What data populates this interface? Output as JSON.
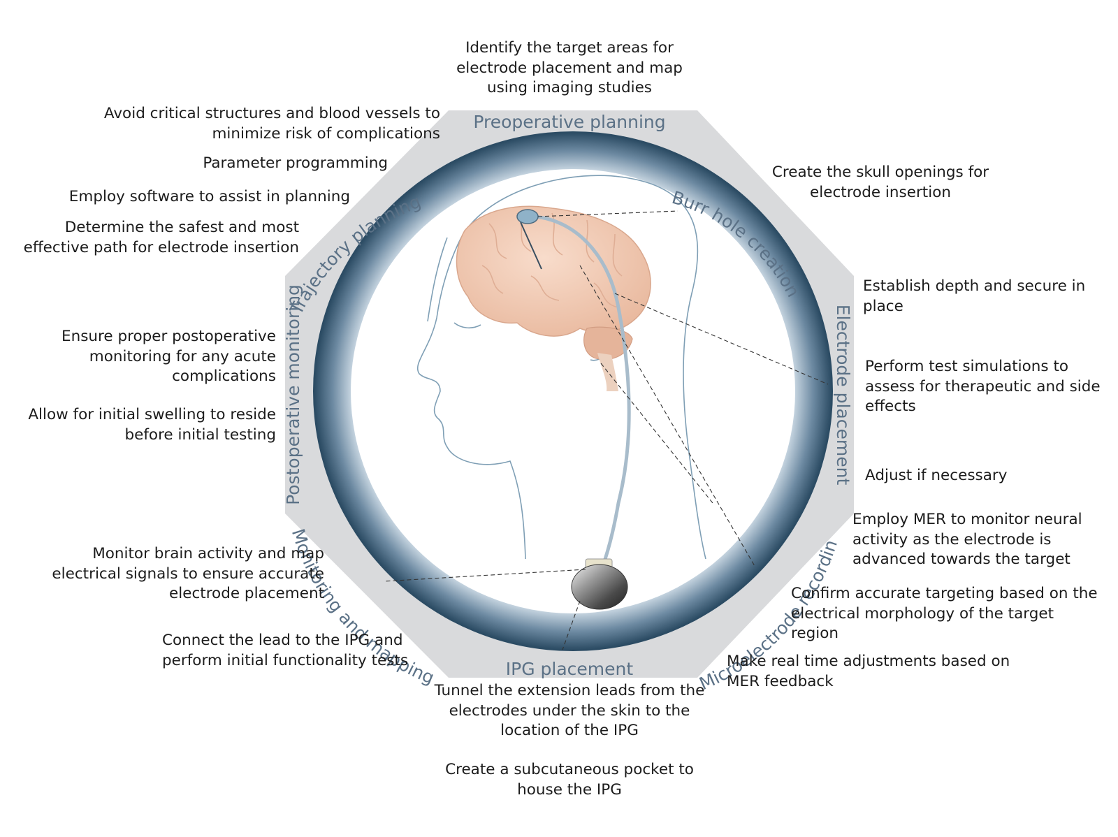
{
  "stages": {
    "preoperative": "Preoperative planning",
    "burr_hole": "Burr hole creation",
    "electrode": "Electrode placement",
    "mer": "Microelectrode recording",
    "ipg": "IPG placement",
    "monitoring_mapping": "Monitoring and mapping",
    "postoperative": "Postoperative monitoring",
    "trajectory": "Trajectory planning"
  },
  "notes": {
    "identify_targets": "Identify the target areas for\nelectrode placement and map\nusing imaging studies",
    "avoid_structures": "Avoid critical structures and blood vessels to\nminimize risk of complications",
    "parameter_programming": "Parameter programming",
    "employ_software": "Employ software to assist in planning",
    "safest_path": "Determine the safest and most\neffective path for electrode insertion",
    "skull_openings": "Create the skull openings for\nelectrode insertion",
    "depth_secure": "Establish depth and secure in\nplace",
    "test_simulations": "Perform test simulations to\nassess for therapeutic and side\neffects",
    "adjust": "Adjust if necessary",
    "postop_monitoring": "Ensure proper postoperative\nmonitoring for any acute\ncomplications",
    "swelling": "Allow for initial swelling to reside\nbefore initial testing",
    "employ_mer": "Employ MER to monitor neural\nactivity as the electrode is\nadvanced towards the target",
    "confirm_targeting": "Confirm accurate targeting based on the\nelectrical morphology of the target\nregion",
    "realtime_adjust": "Make real time adjustments based on\nMER feedback",
    "monitor_brain": "Monitor brain activity and map\nelectrical signals to ensure accurate\nelectrode placement",
    "connect_lead": "Connect the lead to the IPG and\nperform initial functionality tests",
    "tunnel_leads": "Tunnel the extension leads from the\nelectrodes under the skin to the\nlocation of the IPG",
    "subcutaneous_pocket": "Create a subcutaneous pocket to\nhouse the IPG"
  },
  "colors": {
    "octagon": "#d9dadc",
    "ring_dark": "#2f5068",
    "ring_light": "#b9c9d6",
    "stage_text": "#5b7186",
    "brain": "#f1c8b2",
    "outline": "#7f9fb5"
  }
}
